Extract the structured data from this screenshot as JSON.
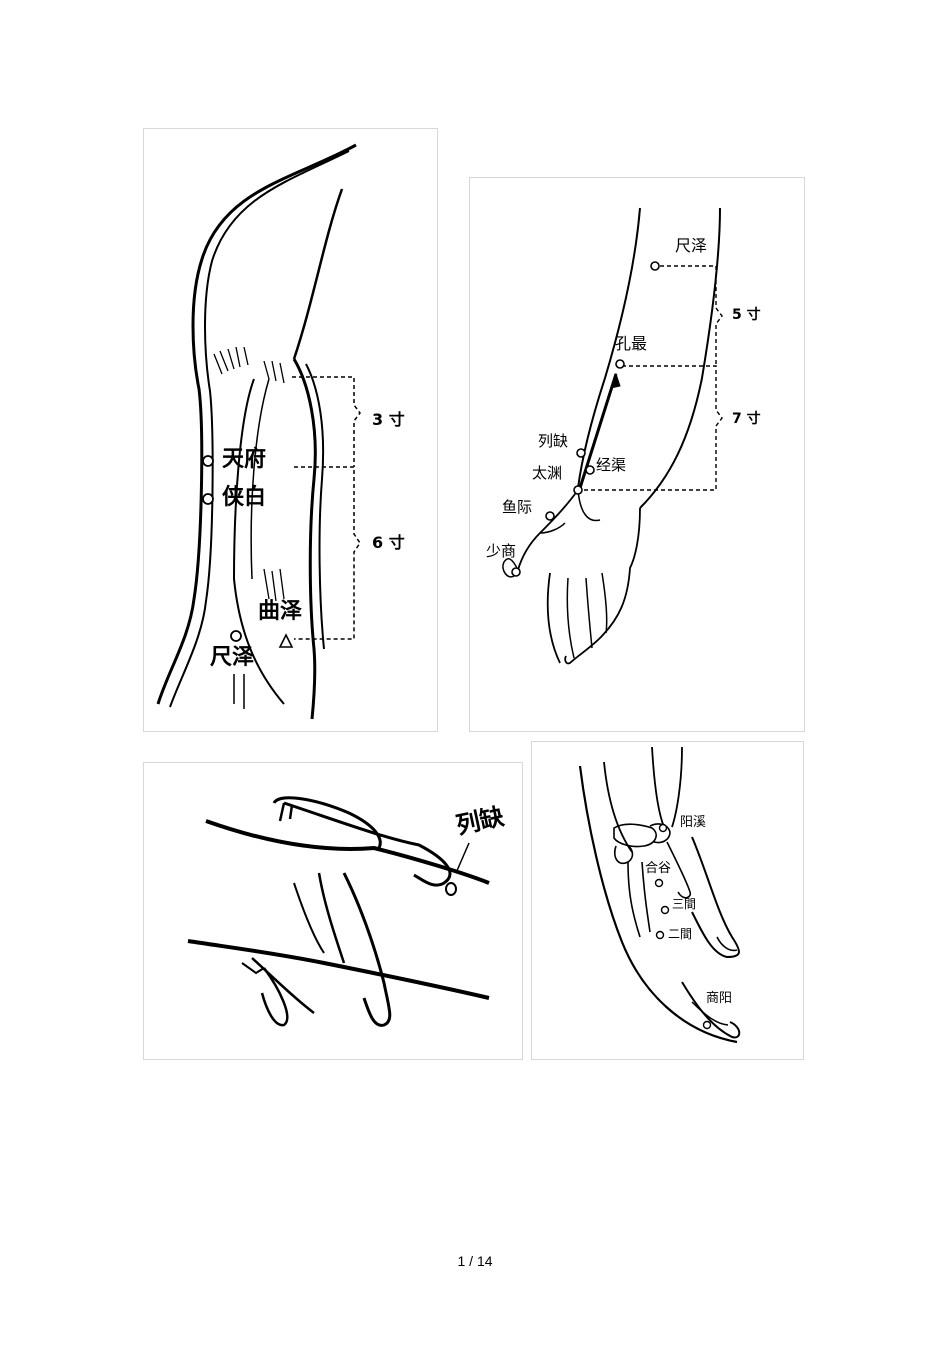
{
  "figure1": {
    "labels": {
      "tianfu": "天府",
      "xiabai": "侠白",
      "quze": "曲泽",
      "chize": "尺泽",
      "dist3": "3 寸",
      "dist6": "6 寸"
    }
  },
  "figure2": {
    "labels": {
      "chize": "尺泽",
      "kongzui": "孔最",
      "lieque": "列缺",
      "taiyuan": "太渊",
      "jingqu": "经渠",
      "yuji": "鱼际",
      "shaoshang": "少商",
      "dist5": "5 寸",
      "dist7": "7 寸"
    }
  },
  "figure3": {
    "labels": {
      "lieque": "列缺"
    }
  },
  "figure4": {
    "labels": {
      "yangxi": "阳溪",
      "hegu": "合谷",
      "sanjian": "三間",
      "erjian": "二間",
      "shangyang": "商阳"
    }
  },
  "footer": {
    "page_indicator": "1 / 14"
  }
}
